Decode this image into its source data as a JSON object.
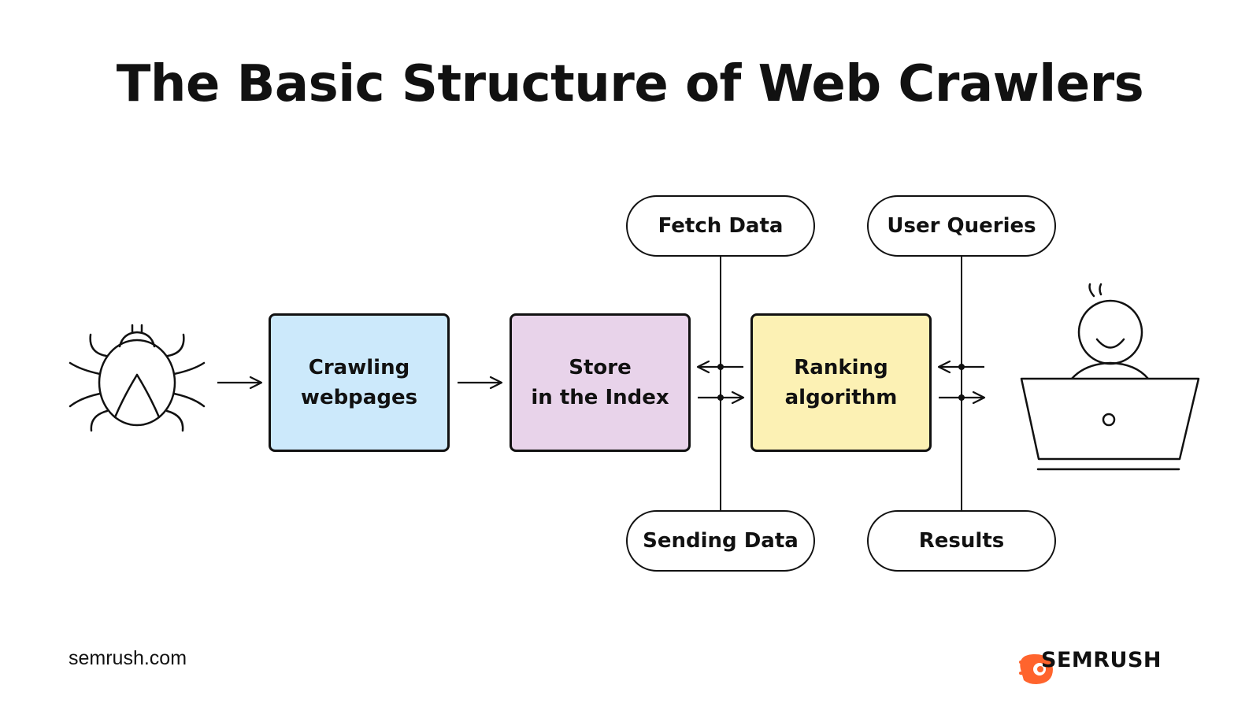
{
  "title": "The Basic Structure of Web Crawlers",
  "steps": [
    {
      "id": "crawling",
      "label": "Crawling\nwebpages",
      "color": "#cce9fb"
    },
    {
      "id": "store",
      "label": "Store\nin the Index",
      "color": "#e8d3ea"
    },
    {
      "id": "ranking",
      "label": "Ranking\nalgorithm",
      "color": "#fcf1b4"
    }
  ],
  "pills": {
    "fetch_data": "Fetch Data",
    "sending_data": "Sending Data",
    "user_queries": "User Queries",
    "results": "Results"
  },
  "icons": {
    "crawler": "spider-icon",
    "user": "user-at-laptop-icon",
    "brand": "semrush-logo-icon"
  },
  "footer": {
    "url": "semrush.com",
    "brand": "SEMRUSH",
    "brand_color": "#ff642d"
  },
  "colors": {
    "stroke": "#111111",
    "background": "#ffffff"
  }
}
